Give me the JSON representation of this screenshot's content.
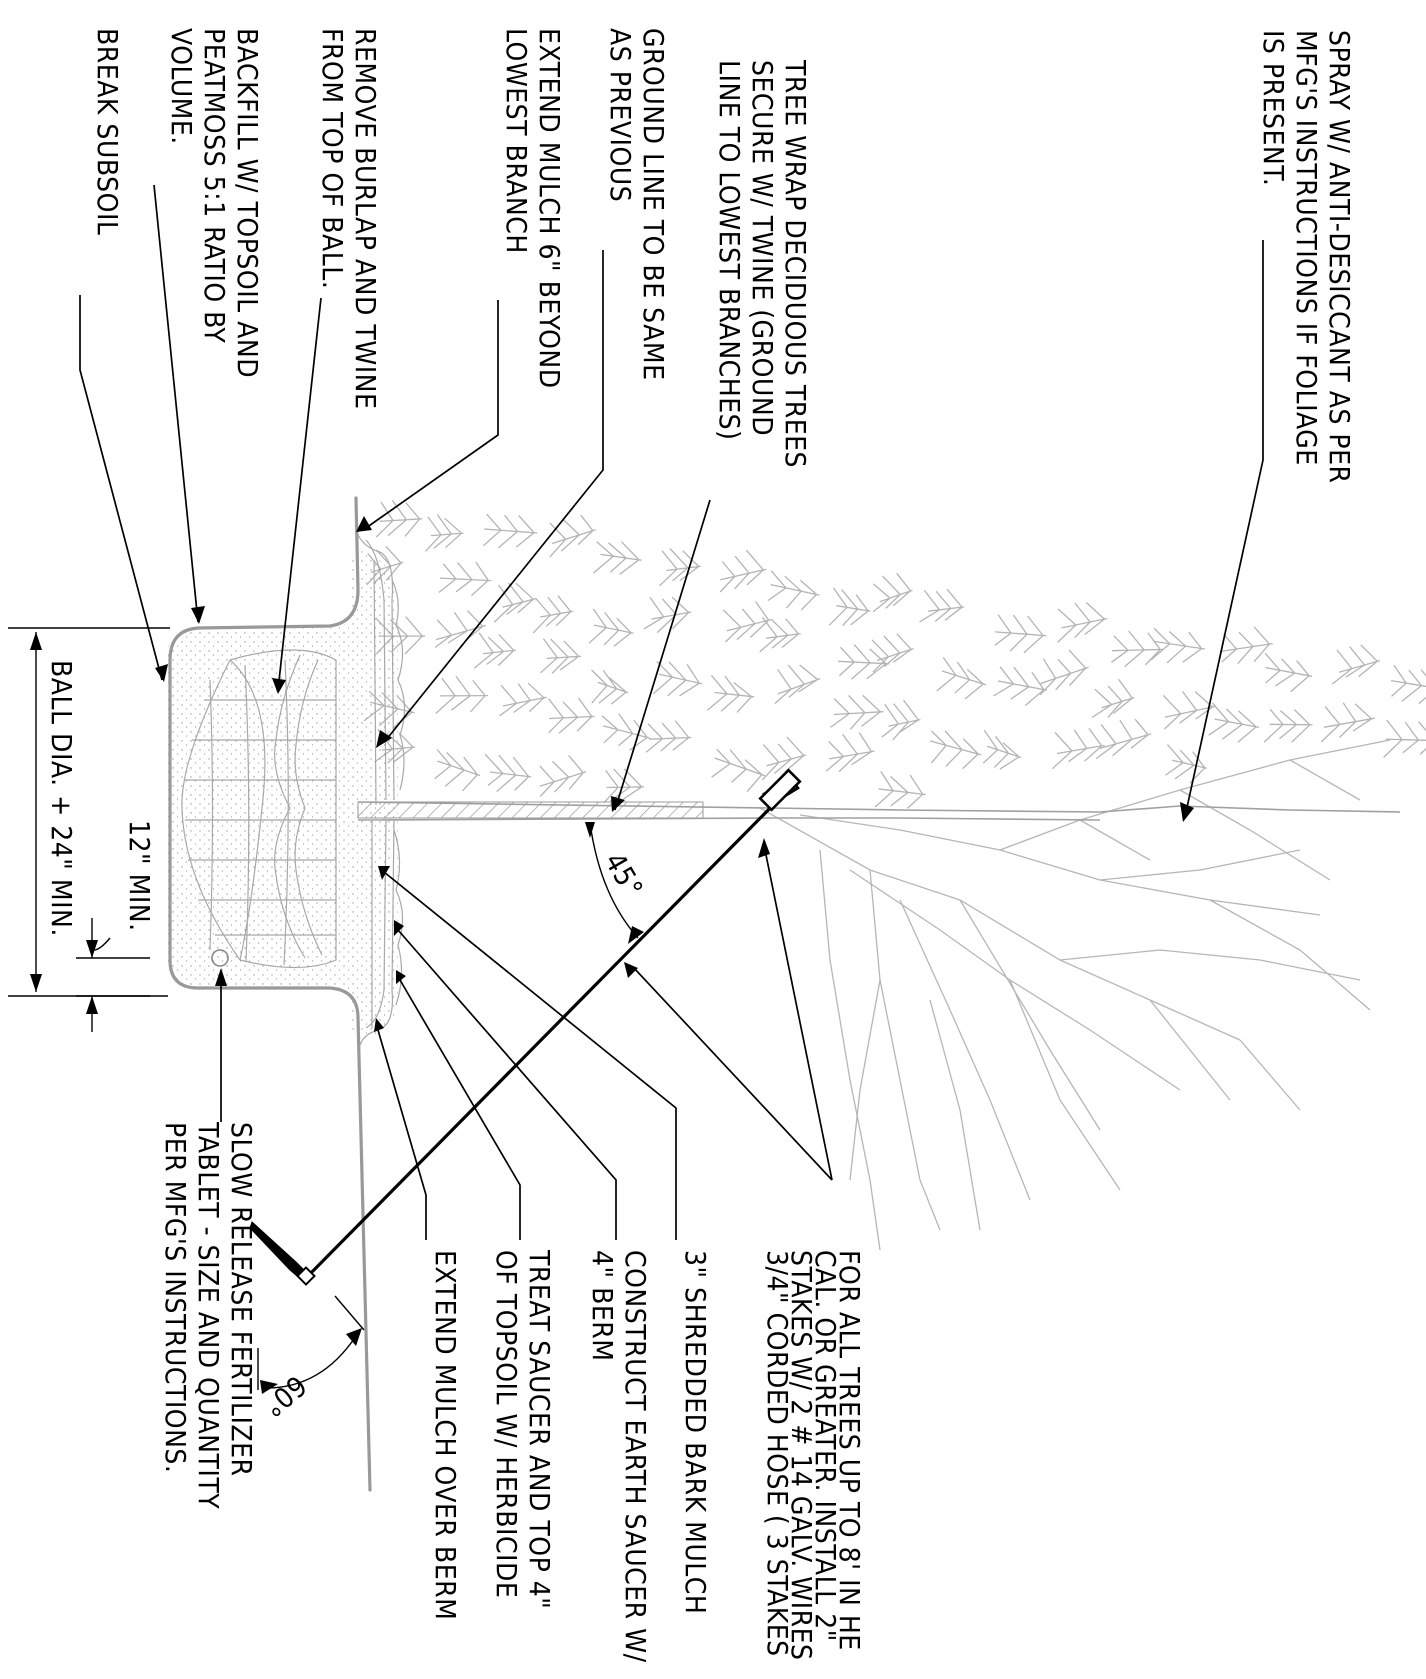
{
  "sheet": {
    "title": "",
    "orientation_deg": 90
  },
  "notes": {
    "spray": [
      "SPRAY W/ ANTI-DESICCANT AS PER",
      "MFG'S INSTRUCTIONS IF FOLIAGE",
      "IS PRESENT."
    ],
    "tree_wrap": [
      "TREE WRAP DECIDUOUS TREES",
      "SECURE W/ TWINE (GROUND",
      "LINE TO LOWEST BRANCHES)"
    ],
    "ground_line": [
      "GROUND LINE TO BE SAME",
      "AS PREVIOUS"
    ],
    "extend_mulch_branch": [
      "EXTEND MULCH 6\" BEYOND",
      "LOWEST BRANCH"
    ],
    "remove_burlap": [
      "REMOVE BURLAP AND TWINE",
      "FROM TOP OF BALL."
    ],
    "backfill": [
      "BACKFILL W/ TOPSOIL AND",
      "PEATMOSS 5:1 RATIO BY",
      "VOLUME."
    ],
    "break_subsoil": [
      "BREAK SUBSOIL"
    ],
    "staking": [
      "FOR ALL TREES UP TO 8' IN HE",
      "CAL. OR  GREATER. INSTALL 2\"",
      "STAKES W/ 2 # 14 GALV. WIRES",
      "3/4\" CORDED HOSE ( 3 STAKES"
    ],
    "bark_mulch": [
      "3\" SHREDDED BARK MULCH"
    ],
    "earth_saucer": [
      "CONSTRUCT EARTH SAUCER W/",
      "4\" BERM"
    ],
    "treat_saucer": [
      "TREAT SAUCER AND TOP 4\"",
      "OF TOPSOIL W/ HERBICIDE"
    ],
    "extend_mulch_berm": [
      "EXTEND MULCH OVER BERM"
    ],
    "fertilizer": [
      "SLOW RELEASE FERTILIZER",
      "TABLET - SIZE AND QUANTITY",
      "PER MFG'S INSTRUCTIONS."
    ]
  },
  "dimensions": {
    "ball_dia": "BALL DIA. + 24\" MIN.",
    "depth_min": "12\" MIN.",
    "stake_angle": "45°",
    "stake_ground_angle": "60°"
  },
  "colors": {
    "linework": "#000000",
    "drawing_grey": "#999999",
    "light_grey": "#b4b4b4",
    "background": "#ffffff"
  }
}
